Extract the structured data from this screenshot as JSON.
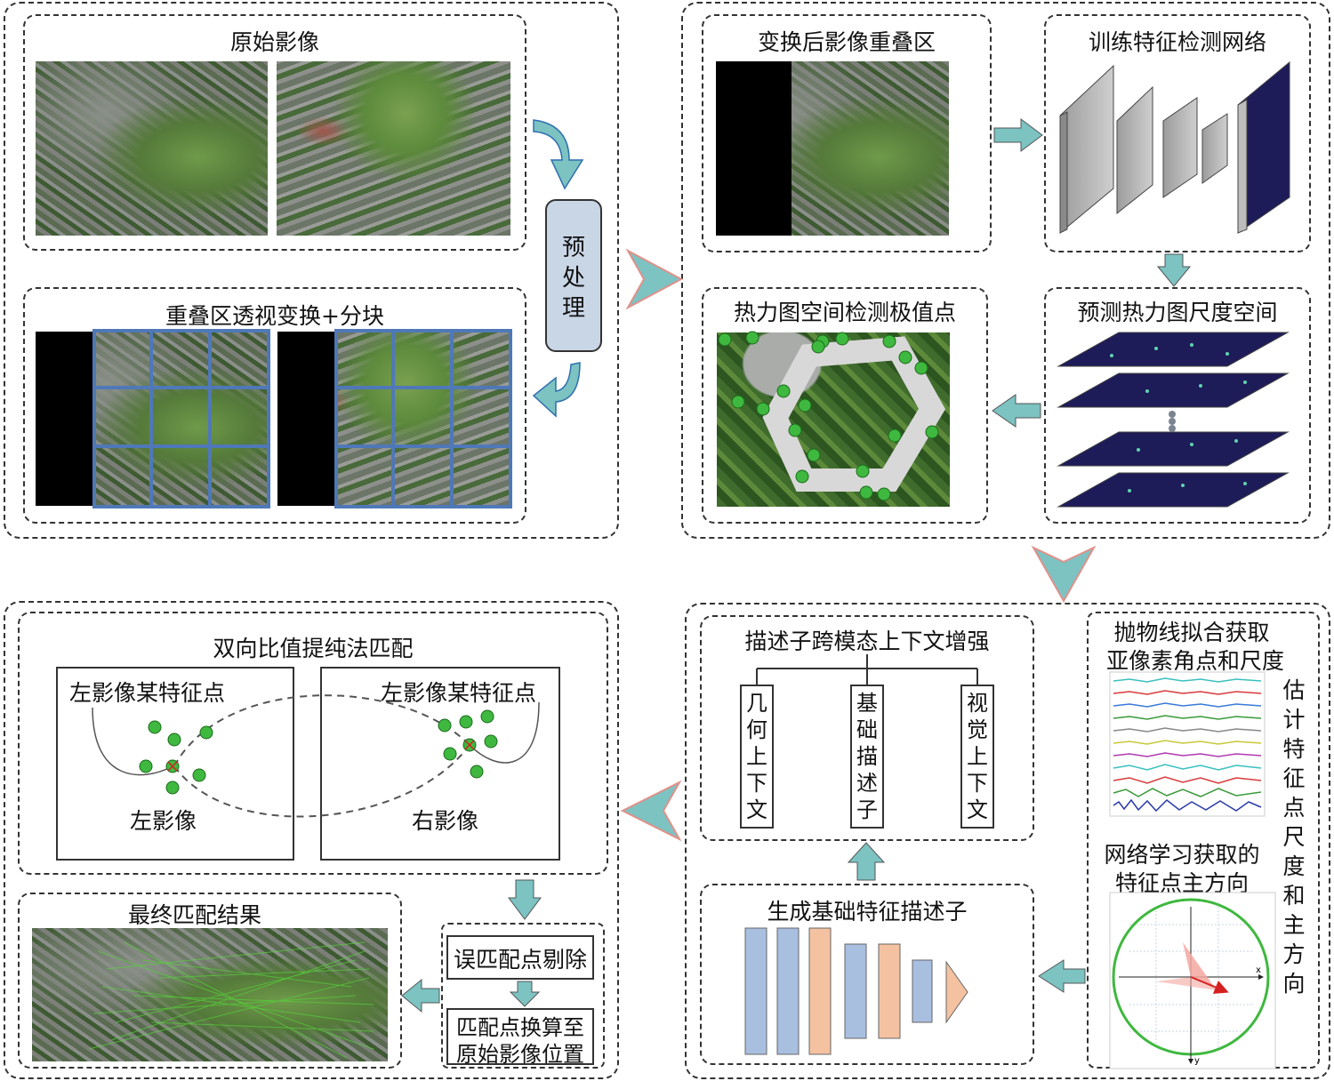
{
  "top_left": {
    "original_title": "原始影像",
    "tiled_title": "重叠区透视变换+分块",
    "preprocess": [
      "预",
      "处",
      "理"
    ]
  },
  "top_right": {
    "transformed_title": "变换后影像重叠区",
    "train_title": "训练特征检测网络",
    "heatmap_extrema_title": "热力图空间检测极值点",
    "scale_space_title": "预测热力图尺度空间"
  },
  "bottom_right": {
    "enhance_title": "描述子跨模态上下文增强",
    "geo_context": [
      "几",
      "何",
      "上",
      "下",
      "文"
    ],
    "base_desc": [
      "基",
      "础",
      "描",
      "述",
      "子"
    ],
    "visual_context": [
      "视",
      "觉",
      "上",
      "下",
      "文"
    ],
    "generate_title": "生成基础特征描述子",
    "parabola_title_1": "抛物线拟合获取",
    "parabola_title_2": "亚像素角点和尺度",
    "estimate_vertical": [
      "估",
      "计",
      "特",
      "征",
      "点",
      "尺",
      "度",
      "和",
      "主",
      "方",
      "向"
    ],
    "orientation_title_1": "网络学习获取的",
    "orientation_title_2": "特征点主方向",
    "axis_x": "x",
    "axis_y": "y"
  },
  "bottom_left": {
    "match_title": "双向比值提纯法匹配",
    "left_feature": "左影像某特征点",
    "right_feature": "左影像某特征点",
    "left_image": "左影像",
    "right_image": "右影像",
    "final_title": "最终匹配结果",
    "outlier_removal": "误匹配点剔除",
    "convert_1": "匹配点换算至",
    "convert_2": "原始影像位置"
  },
  "colors": {
    "arrow_teal": "#7cc3c2",
    "arrow_outline": "#e0918a",
    "grid_blue": "#4f78b8",
    "desc_blue": "#a9bfe0",
    "desc_orange": "#f4c2a1",
    "keypoint_green": "#3fb83f",
    "match_green": "#55d23a"
  }
}
